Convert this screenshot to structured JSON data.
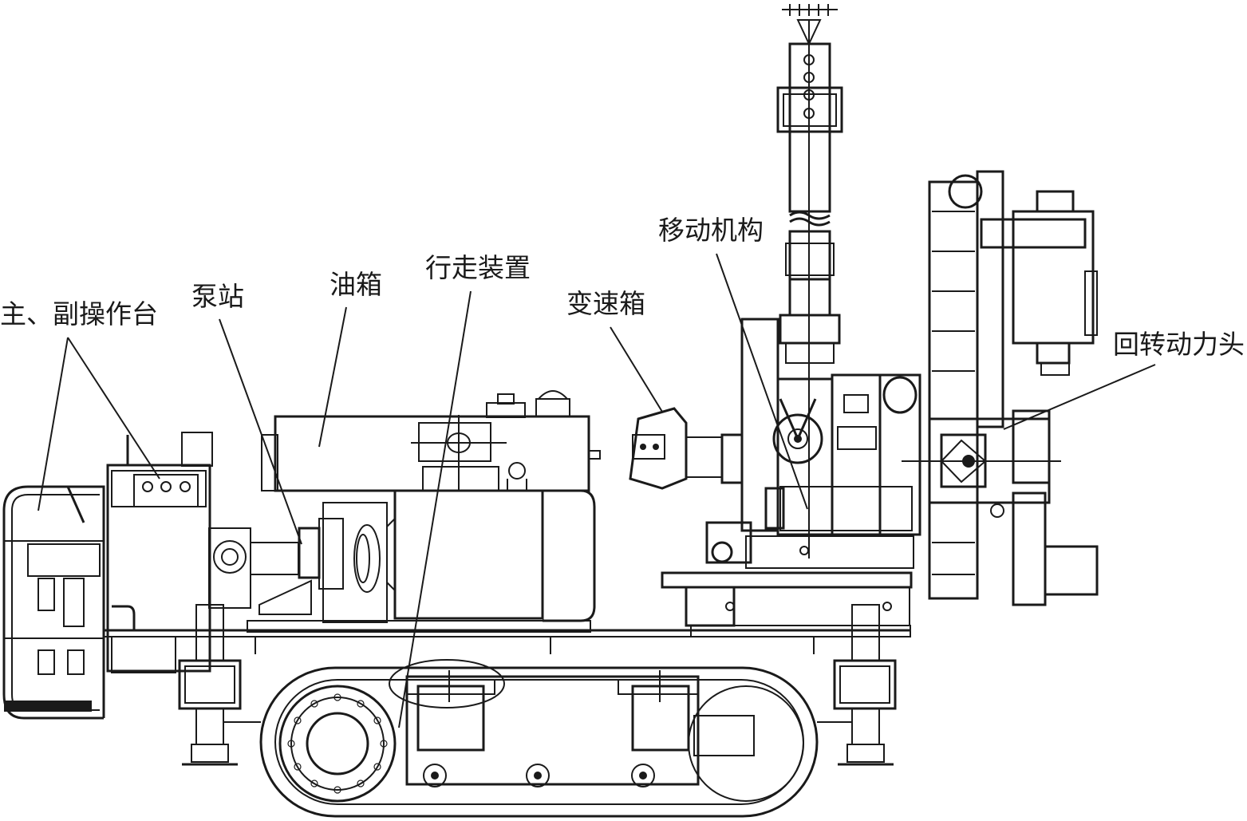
{
  "labels": {
    "console": "主、副操作台",
    "pump_station": "泵站",
    "oil_tank": "油箱",
    "travel_device": "行走装置",
    "gearbox": "变速箱",
    "moving_mechanism": "移动机构",
    "rotary_head": "回转动力头"
  }
}
